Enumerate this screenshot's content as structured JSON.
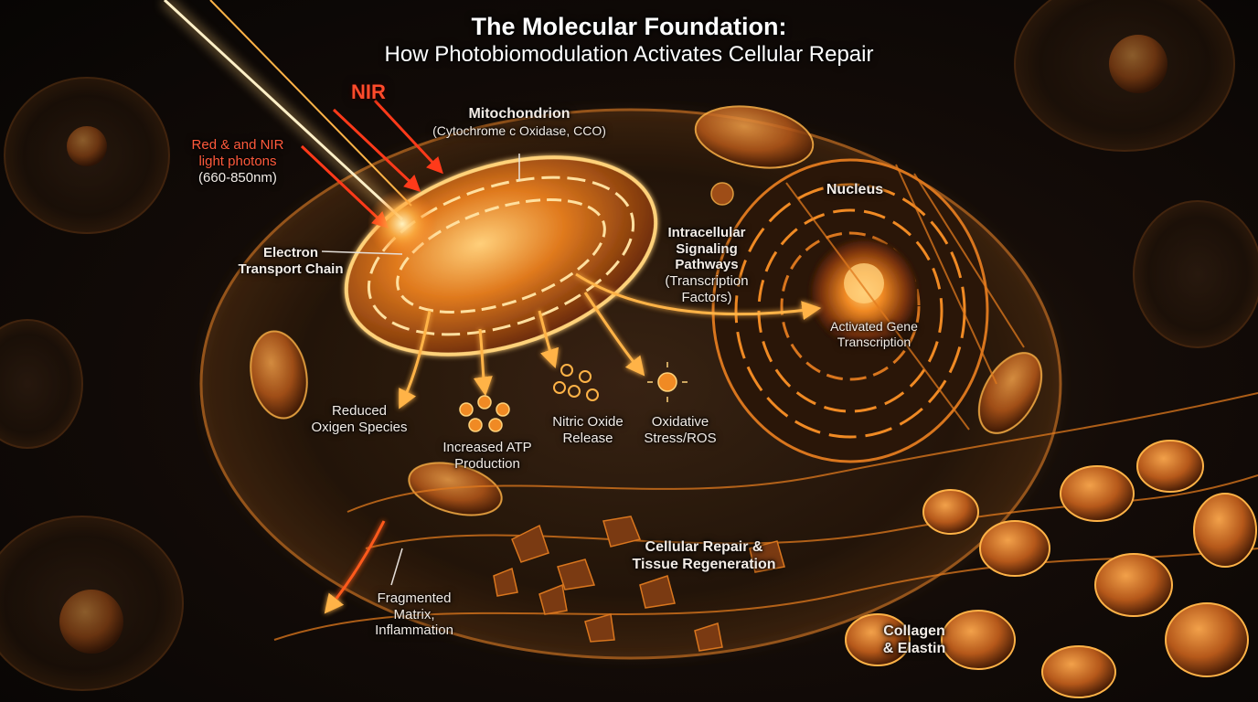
{
  "title": {
    "line1": "The Molecular Foundation:",
    "line2": "How Photobiomodulation Activates Cellular Repair"
  },
  "labels": {
    "nir": "NIR",
    "photons": [
      "Red & and NIR",
      "light photons",
      "(660-850nm)"
    ],
    "mitochondrion": [
      "Mitochondrion",
      "(Cytochrome c Oxidase, CCO)"
    ],
    "etc": [
      "Electron",
      "Transport Chain"
    ],
    "nucleus": "Nucleus",
    "signaling": [
      "Intracellular",
      "Signaling",
      "Pathways",
      "(Transcription",
      "Factors)"
    ],
    "gene": [
      "Activated Gene",
      "Transcription"
    ],
    "reduced": [
      "Reduced",
      "Oxigen Species"
    ],
    "atp": [
      "Increased ATP",
      "Production"
    ],
    "no": [
      "Nitric Oxide",
      "Release"
    ],
    "ros": [
      "Oxidative",
      "Stress/ROS"
    ],
    "repair": [
      "Cellular Repair &",
      "Tissue Regeneration"
    ],
    "fragmented": [
      "Fragmented",
      "Matrix,",
      "Inflammation"
    ],
    "collagen": [
      "Collagen",
      "& Elastin"
    ]
  },
  "colors": {
    "glow": "#ffb347",
    "orange": "#f08a24",
    "deep": "#8a3d0c",
    "laser": "#ff3a1a",
    "text": "#f3ece6"
  }
}
